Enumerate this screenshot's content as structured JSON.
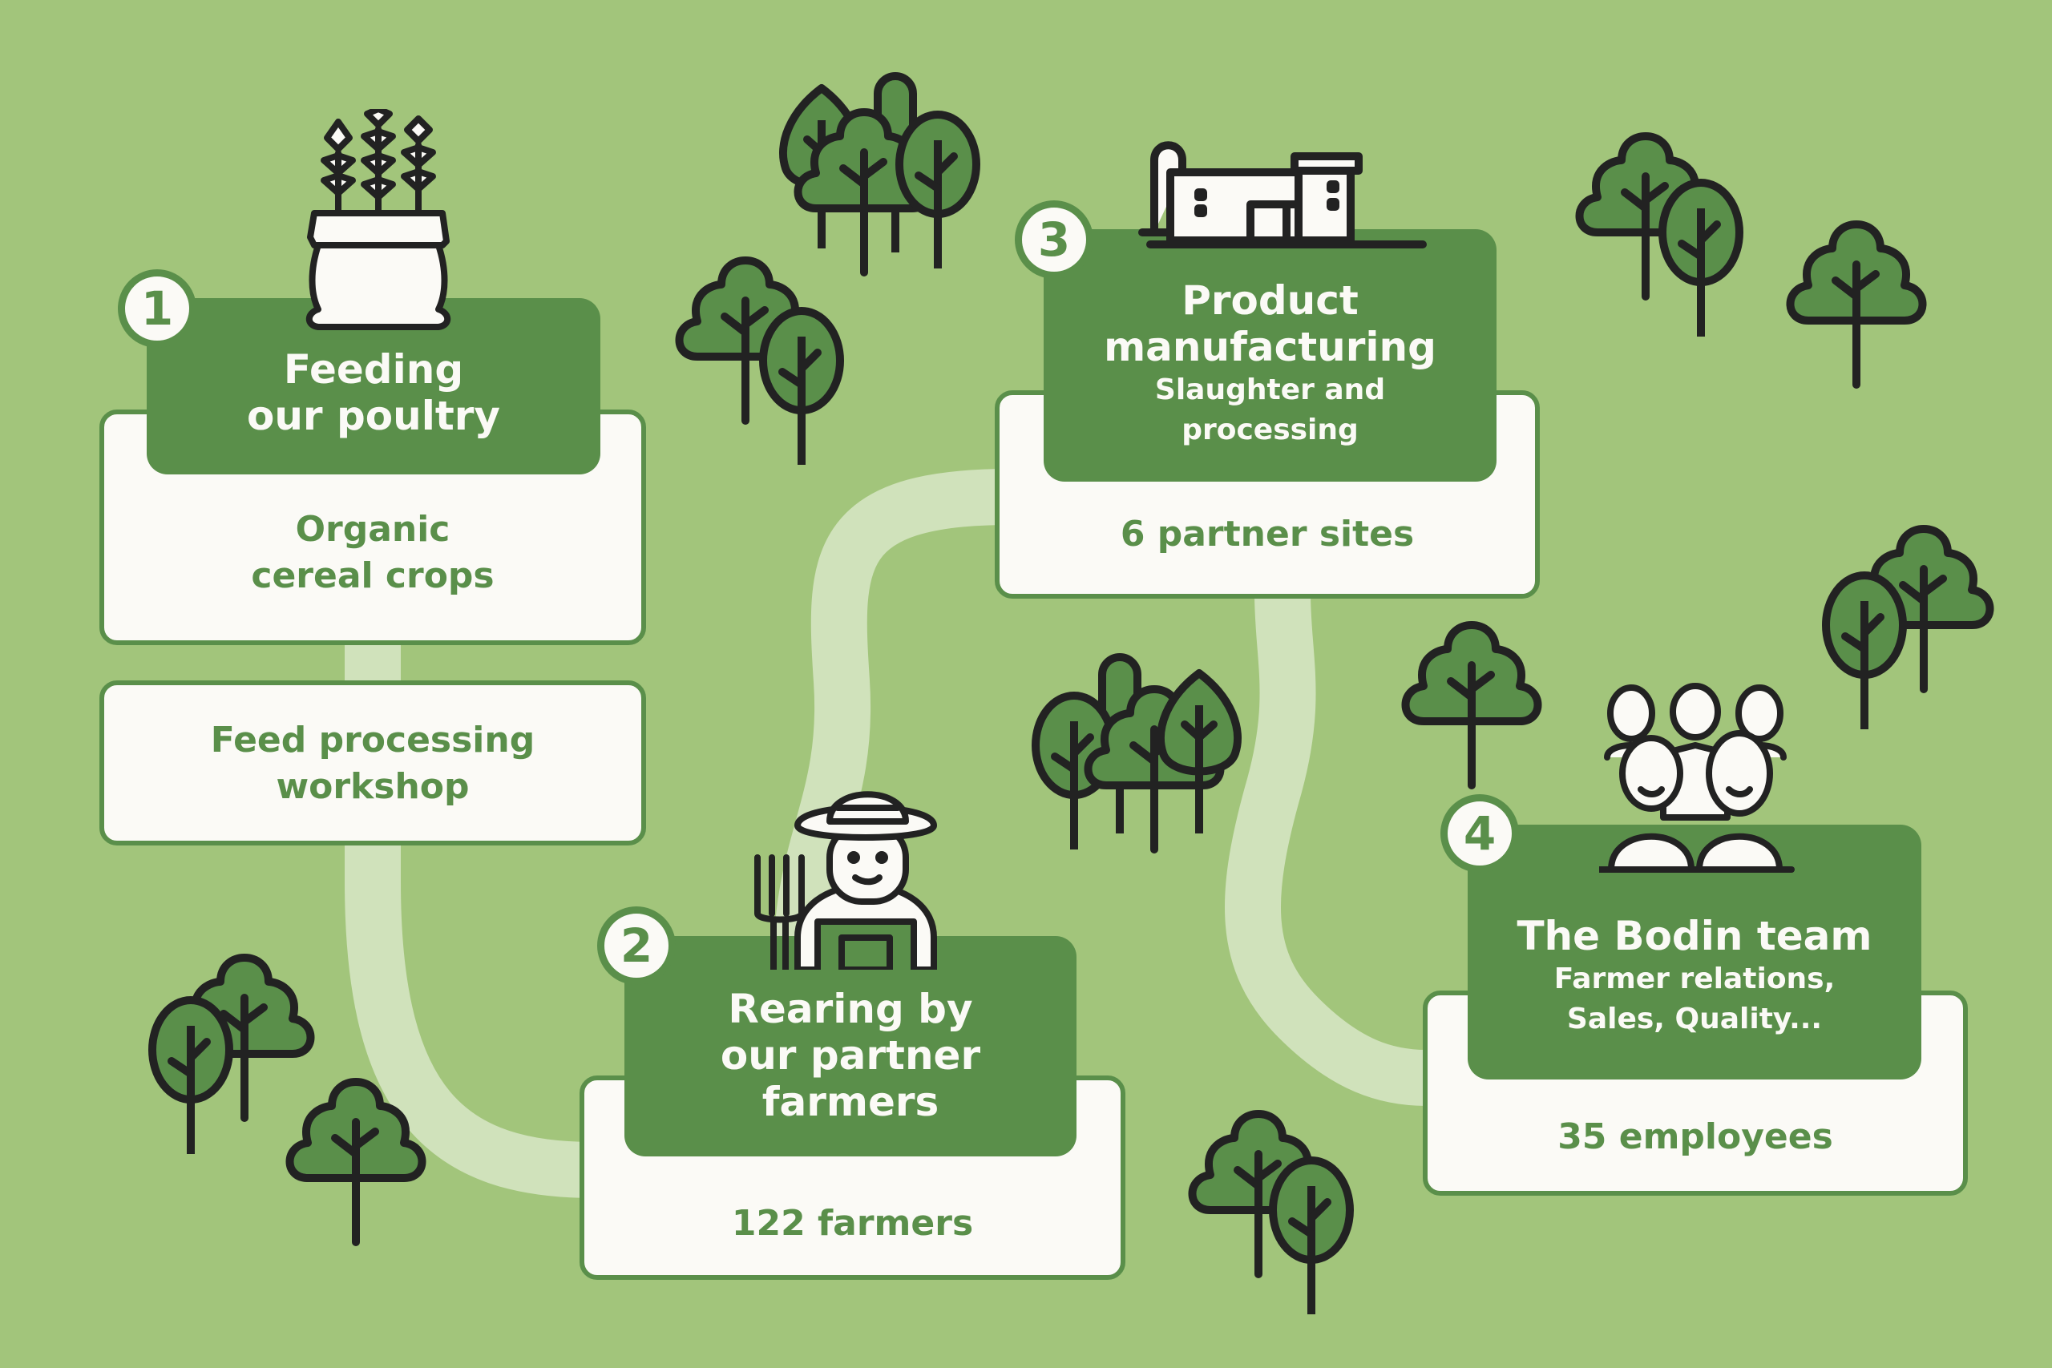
{
  "colors": {
    "background": "#a2c57b",
    "path": "#d0e2bb",
    "dark_green": "#5a8f4a",
    "card_white": "#fbfaf6",
    "outline": "#222222"
  },
  "steps": [
    {
      "number": "1",
      "title_lines": [
        "Feeding",
        "our poultry"
      ],
      "detail_lines": [
        "Organic",
        "cereal crops"
      ],
      "extra_lines": [
        "Feed processing",
        "workshop"
      ],
      "icon": "grain-sack-icon"
    },
    {
      "number": "2",
      "title_lines": [
        "Rearing by",
        "our partner",
        "farmers"
      ],
      "detail_lines": [
        "122 farmers"
      ],
      "icon": "farmer-icon"
    },
    {
      "number": "3",
      "title_lines": [
        "Product",
        "manufacturing"
      ],
      "subtitle_lines": [
        "Slaughter and",
        "processing"
      ],
      "detail_lines": [
        "6 partner sites"
      ],
      "icon": "factory-icon"
    },
    {
      "number": "4",
      "title_lines": [
        "The Bodin team"
      ],
      "subtitle_lines": [
        "Farmer relations,",
        "Sales, Quality..."
      ],
      "detail_lines": [
        "35 employees"
      ],
      "icon": "team-icon"
    }
  ],
  "decorations": [
    "tree-cluster-icon",
    "tree-icon"
  ]
}
